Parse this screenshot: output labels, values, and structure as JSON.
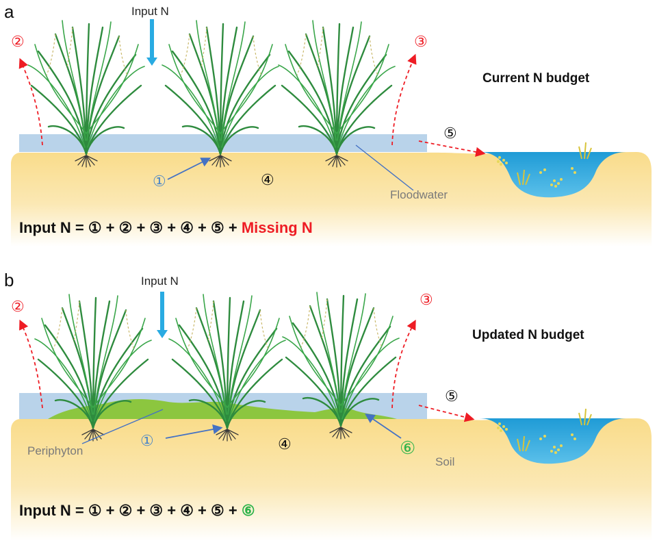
{
  "panel_a": {
    "letter": "a",
    "input_label": "Input N",
    "title": "Current N budget",
    "floodwater_label": "Floodwater",
    "n1": "①",
    "n2": "②",
    "n3": "③",
    "n4": "④",
    "n5": "⑤",
    "equation_prefix": "Input N = ",
    "equation_terms": "① + ② + ③ + ④ + ⑤ + ",
    "equation_missing": "Missing N"
  },
  "panel_b": {
    "letter": "b",
    "input_label": "Input N",
    "title": "Updated N budget",
    "periphyton_label": "Periphyton",
    "soil_label": "Soil",
    "n1": "①",
    "n2": "②",
    "n3": "③",
    "n4": "④",
    "n5": "⑤",
    "n6": "⑥",
    "equation_prefix": "Input N = ",
    "equation_terms": "① + ② + ③ + ④ + ⑤ + ",
    "equation_six": "⑥"
  },
  "colors": {
    "soil": "#fbe6a6",
    "floodwater": "#b9d3ea",
    "periphyton": "#8cc63f",
    "input_arrow": "#29abe2",
    "red": "#ee1c24",
    "blue_pointer": "#4472c4",
    "green_six": "#2db34a"
  }
}
